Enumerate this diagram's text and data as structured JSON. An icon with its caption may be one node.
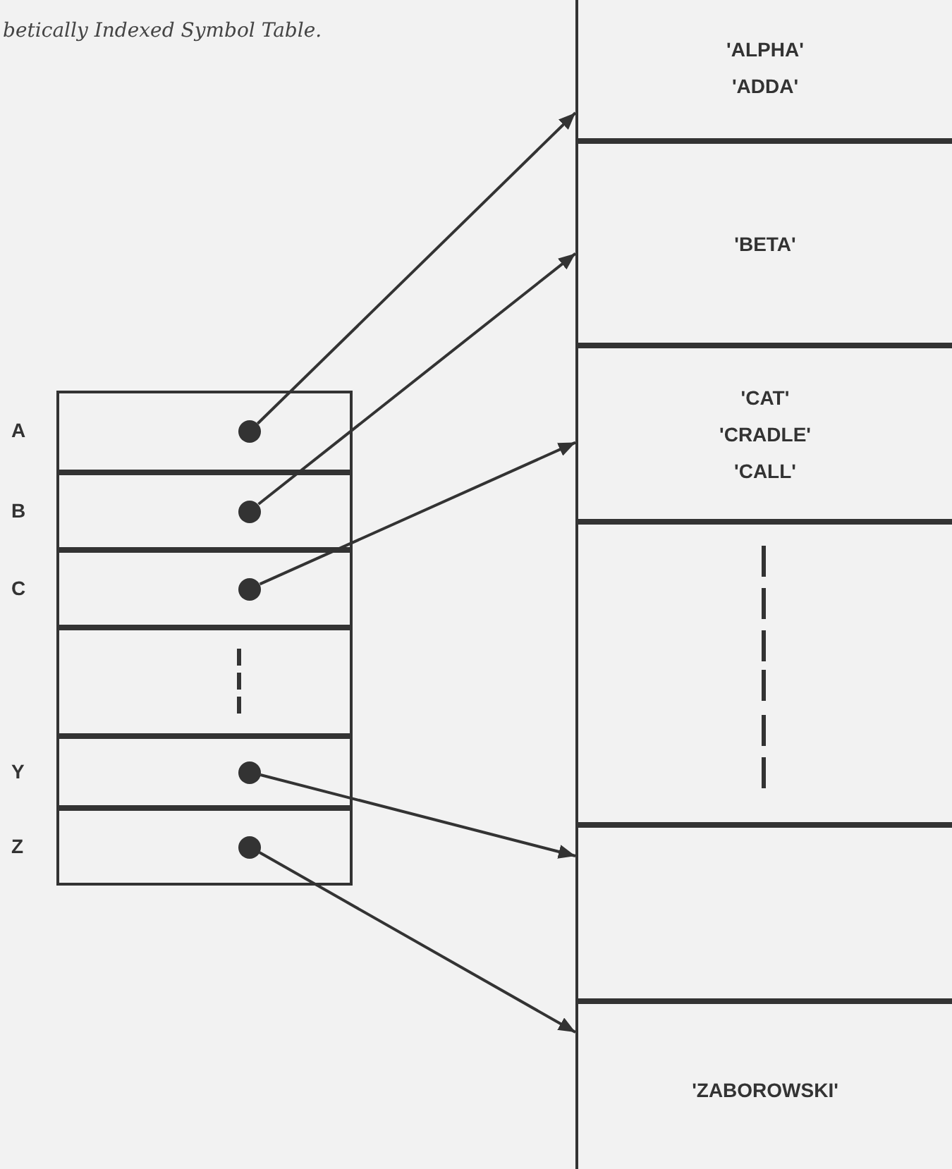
{
  "diagram": {
    "title": "betically Indexed Symbol Table.",
    "nodes": [
      {
        "text": [],
        "shape": "box",
        "beside": [
          "A"
        ]
      },
      {
        "text": [],
        "shape": "circle",
        "in": 0
      },
      {
        "text": [],
        "shape": "box",
        "beside": [
          "B"
        ]
      },
      {
        "text": [],
        "shape": "circle",
        "in": 2
      },
      {
        "text": [],
        "shape": "box",
        "beside": [
          "C"
        ]
      },
      {
        "text": [],
        "shape": "circle",
        "in": 4
      },
      {
        "text": [],
        "shape": "box"
      },
      {
        "text": [],
        "shape": "box",
        "beside": [
          "Y"
        ]
      },
      {
        "text": [],
        "shape": "circle",
        "in": 7
      },
      {
        "text": [],
        "shape": "box",
        "beside": [
          "Z"
        ]
      },
      {
        "text": [],
        "shape": "circle",
        "in": 9
      },
      {
        "text": [
          "'ALPHA'",
          "'ADDA'"
        ]
      },
      {
        "text": [
          "'BETA'"
        ]
      },
      {
        "text": [
          "'CAT'",
          "'CRADLE'",
          "'CALL'"
        ]
      },
      {
        "text": [],
        "shape": "box"
      },
      {
        "text": [],
        "shape": "box"
      },
      {
        "text": [
          "'ZABOROWSKI'"
        ]
      }
    ],
    "edges": [
      {
        "from": 1,
        "to": 11,
        "arrow": "to"
      },
      {
        "from": 3,
        "to": 12,
        "arrow": "to"
      },
      {
        "from": 5,
        "to": 13,
        "arrow": "to"
      },
      {
        "from": 8,
        "to": 15,
        "arrow": "to"
      },
      {
        "from": 10,
        "to": 16,
        "arrow": "to"
      }
    ]
  }
}
